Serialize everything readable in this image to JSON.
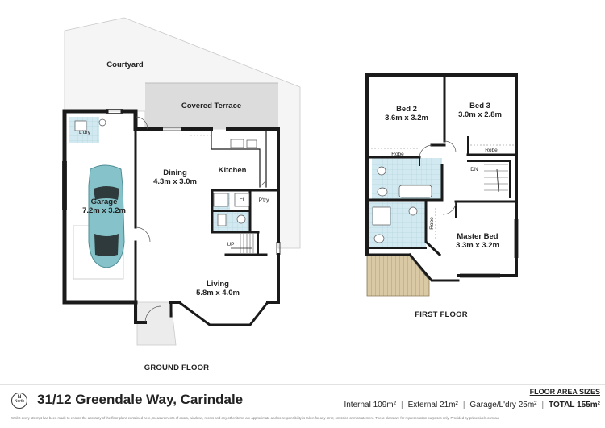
{
  "floors": {
    "ground": {
      "title": "GROUND FLOOR",
      "rooms": {
        "courtyard": "Courtyard",
        "covered_terrace": "Covered Terrace",
        "laundry": "L'dry",
        "garage_name": "Garage",
        "garage_dims": "7.2m x 3.2m",
        "dining_name": "Dining",
        "dining_dims": "4.3m x 3.0m",
        "kitchen": "Kitchen",
        "fridge": "Fr",
        "pantry": "P'try",
        "stairs_up": "UP",
        "living_name": "Living",
        "living_dims": "5.8m x 4.0m"
      }
    },
    "first": {
      "title": "FIRST FLOOR",
      "rooms": {
        "bed2_name": "Bed 2",
        "bed2_dims": "3.6m x 3.2m",
        "bed3_name": "Bed 3",
        "bed3_dims": "3.0m x 2.8m",
        "robe_bed2": "Robe",
        "robe_bed3": "Robe",
        "robe_master": "Robe",
        "stairs_down": "DN",
        "master_name": "Master Bed",
        "master_dims": "3.3m x 3.2m"
      }
    }
  },
  "footer": {
    "compass_n": "N",
    "compass_label": "North",
    "address": "31/12 Greendale Way, Carindale",
    "areas_title": "FLOOR AREA SIZES",
    "internal": "Internal 109m²",
    "external": "External 21m²",
    "garage": "Garage/L'dry 25m²",
    "total": "TOTAL 155m²",
    "disclaimer": "Whilst every attempt has been made to ensure the accuracy of the floor plans contained here, measurements of doors, windows, rooms and any other items are approximate and no responsibility is taken for any error, omission or misstatement. These plans are for representation purposes only. Provided by primepixels.com.au"
  },
  "colors": {
    "wall": "#1a1a1a",
    "outdoor_fill": "#f4f4f4",
    "terrace_fill": "#dcdcdc",
    "wet_tile": "#cfe7f0",
    "deck": "#d8c9a6",
    "car": "#86c2c9"
  }
}
